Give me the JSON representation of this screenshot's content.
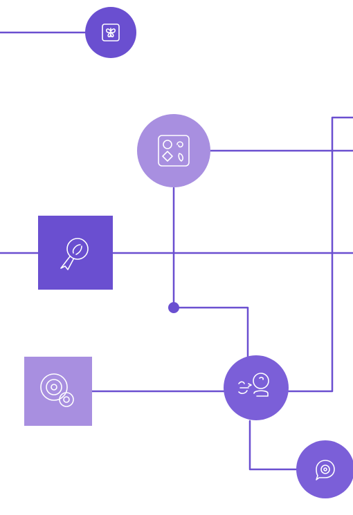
{
  "colors": {
    "line": "#6a4fd0",
    "node_dark": "#6a4fd0",
    "node_medium": "#7b5fd8",
    "node_light": "#a88fe0",
    "glyph": "#ffffff",
    "background": "#ffffff"
  },
  "nodes": [
    {
      "id": "node-top-circle",
      "shape": "circle",
      "tone": "node_dark",
      "icon": "butterfly-icon"
    },
    {
      "id": "node-puzzle-circle",
      "shape": "circle",
      "tone": "node_light",
      "icon": "shapes-grid-icon"
    },
    {
      "id": "node-search-square",
      "shape": "square",
      "tone": "node_dark",
      "icon": "magnifier-icon"
    },
    {
      "id": "node-disc-square",
      "shape": "square",
      "tone": "node_light",
      "icon": "disc-icon"
    },
    {
      "id": "node-speaker-circle",
      "shape": "circle",
      "tone": "node_medium",
      "icon": "speaking-person-icon"
    },
    {
      "id": "node-chat-circle",
      "shape": "circle",
      "tone": "node_medium",
      "icon": "chat-bubble-icon"
    },
    {
      "id": "junction-dot",
      "shape": "dot",
      "tone": "node_dark",
      "icon": ""
    }
  ]
}
